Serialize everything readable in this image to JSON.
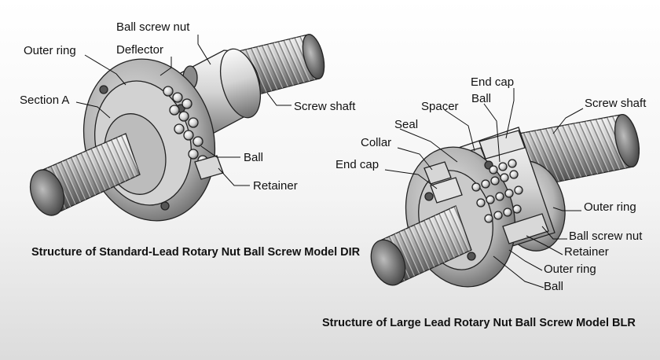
{
  "dir_model": {
    "labels": {
      "ball_screw_nut": "Ball screw nut",
      "outer_ring": "Outer ring",
      "deflector": "Deflector",
      "section_a": "Section A",
      "screw_shaft": "Screw shaft",
      "ball": "Ball",
      "retainer": "Retainer"
    },
    "caption": "Structure of Standard-Lead Rotary Nut Ball Screw Model DIR"
  },
  "blr_model": {
    "labels": {
      "end_cap_top": "End cap",
      "ball_top": "Ball",
      "spacer": "Spacer",
      "screw_shaft": "Screw shaft",
      "seal": "Seal",
      "collar": "Collar",
      "end_cap_left": "End cap",
      "outer_ring_right": "Outer ring",
      "ball_screw_nut": "Ball screw nut",
      "retainer": "Retainer",
      "outer_ring_bottom": "Outer ring",
      "ball_bottom": "Ball"
    },
    "caption": "Structure of Large Lead Rotary Nut Ball Screw Model BLR"
  }
}
